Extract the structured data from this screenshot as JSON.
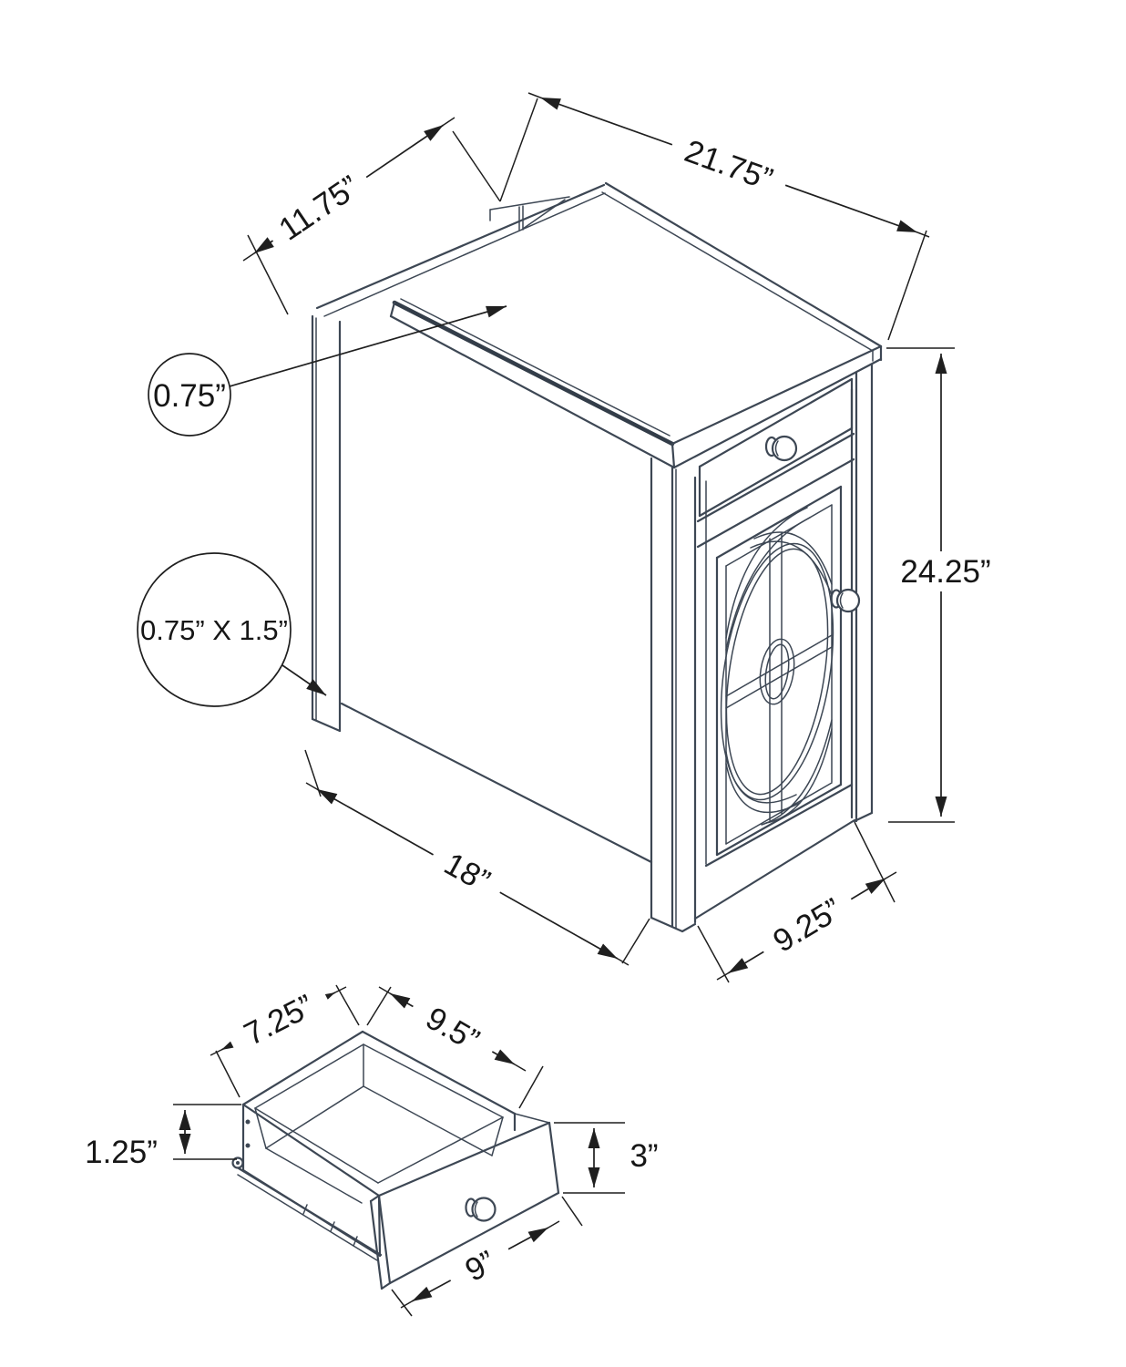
{
  "drawing": {
    "type": "furniture-dimension-diagram",
    "subject": "accent side table with drawer and fretwork cabinet door, plus detached drawer detail",
    "line_color": "#3d4754",
    "dimension_color": "#1f1f1f",
    "background": "#ffffff",
    "table_view": {
      "dimensions": {
        "top_width": "21.75”",
        "top_depth": "11.75”",
        "overall_height": "24.25”",
        "base_depth": "18”",
        "base_width": "9.25”"
      },
      "callouts": {
        "top_thickness": "0.75”",
        "leg_profile": "0.75” X 1.5”"
      }
    },
    "drawer_view": {
      "dimensions": {
        "inner_depth": "7.25”",
        "inner_width": "9.5”",
        "side_height": "1.25”",
        "front_height": "3”",
        "front_width": "9”"
      }
    }
  }
}
